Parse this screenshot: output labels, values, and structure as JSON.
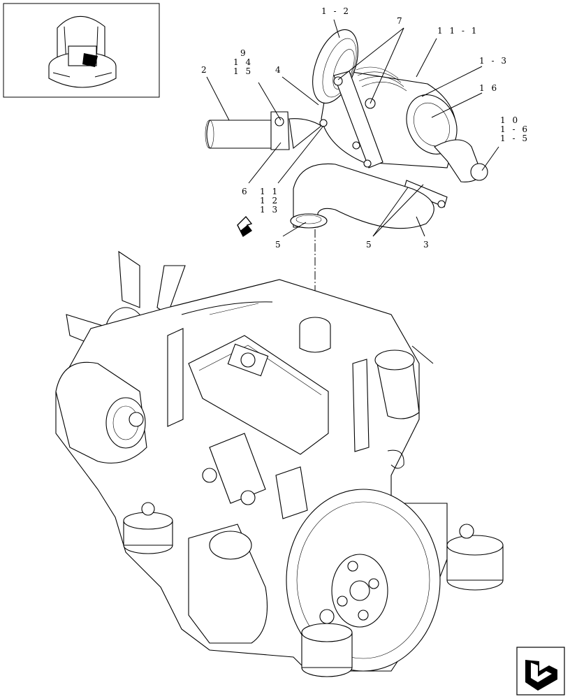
{
  "diagram": {
    "callouts": [
      {
        "id": "c-1-2",
        "text": "1 - 2"
      },
      {
        "id": "c-11-1",
        "text": "1 1 - 1"
      },
      {
        "id": "c-7",
        "text": "7"
      },
      {
        "id": "c-9",
        "text": "9"
      },
      {
        "id": "c-14",
        "text": "1 4"
      },
      {
        "id": "c-15",
        "text": "1 5"
      },
      {
        "id": "c-2",
        "text": "2"
      },
      {
        "id": "c-4",
        "text": "4"
      },
      {
        "id": "c-1-3",
        "text": "1 - 3"
      },
      {
        "id": "c-16",
        "text": "1 6"
      },
      {
        "id": "c-10",
        "text": "1 0"
      },
      {
        "id": "c-1-6",
        "text": "1 - 6"
      },
      {
        "id": "c-1-5",
        "text": "1 - 5"
      },
      {
        "id": "c-6",
        "text": "6"
      },
      {
        "id": "c-11",
        "text": "1 1"
      },
      {
        "id": "c-12",
        "text": "1 2"
      },
      {
        "id": "c-13",
        "text": "1 3"
      },
      {
        "id": "c-5a",
        "text": "5"
      },
      {
        "id": "c-5b",
        "text": "5"
      },
      {
        "id": "c-3",
        "text": "3"
      }
    ]
  }
}
